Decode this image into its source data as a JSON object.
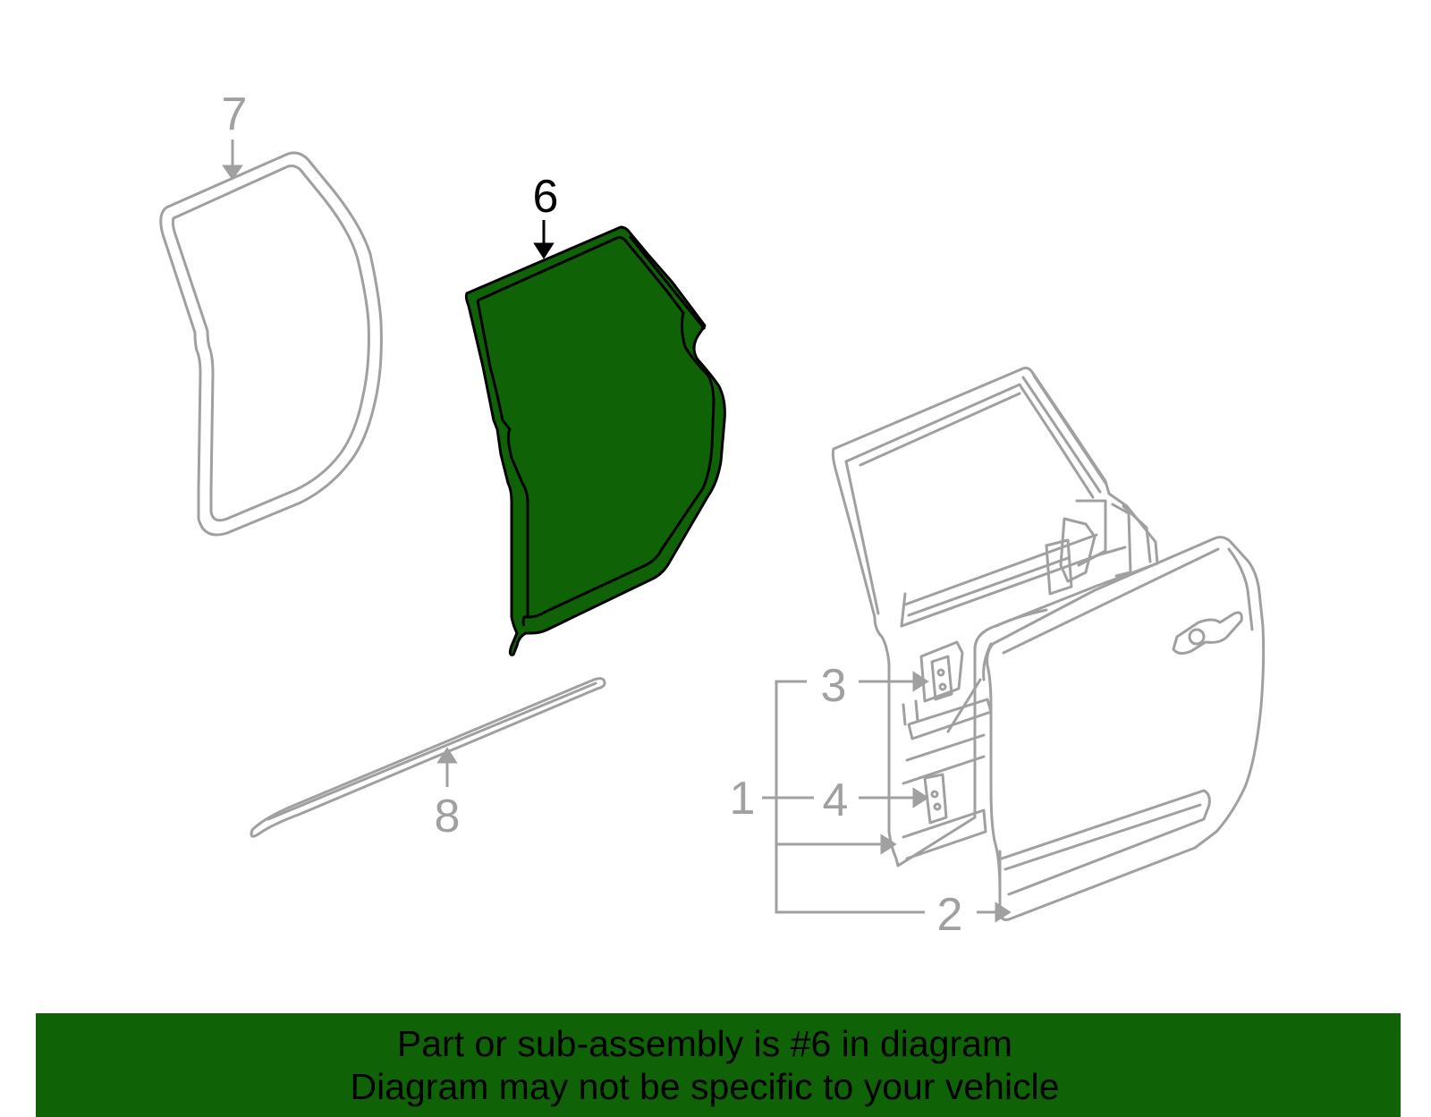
{
  "callouts": {
    "c1": "1",
    "c2": "2",
    "c3": "3",
    "c4": "4",
    "c6": "6",
    "c7": "7",
    "c8": "8"
  },
  "highlighted_part": "6",
  "banner": {
    "line1": "Part or sub-assembly is #6 in diagram",
    "line2": "Diagram may not be specific to your vehicle"
  },
  "colors": {
    "highlight_fill": "#0f6306",
    "inactive_line": "#a0a0a0",
    "active_line": "#000000",
    "banner_bg": "#0f6306"
  }
}
